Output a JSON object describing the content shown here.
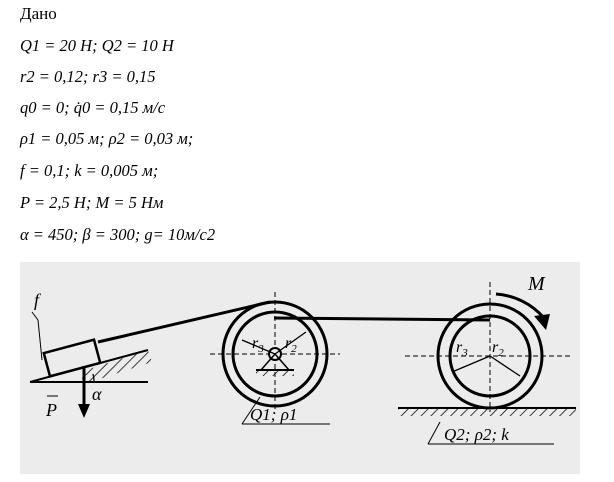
{
  "heading": "Дано",
  "given_lines": [
    "Q1 = 20 Н; Q2 = 10 Н",
    "r2 = 0,12;  r3 = 0,15",
    "q0 = 0;  q̇0 = 0,15 м/с",
    "ρ1 = 0,05 м; ρ2 = 0,03 м;",
    "f = 0,1;   k = 0,005 м;",
    "P = 2,5 Н;  M = 5 Нм",
    "α = 450; β = 300; g= 10м/с2"
  ],
  "figure": {
    "label_f": "f",
    "label_alpha": "α",
    "label_P": "P",
    "label_M": "M",
    "label_r3": "r",
    "label_r3_sub": "3",
    "label_r2": "r",
    "label_r2_sub": "2",
    "label_r3b": "r",
    "label_r3b_sub": "3",
    "label_r2b": "r",
    "label_r2b_sub": "2",
    "label_pulley": "Q1; ρ1",
    "label_wheel": "Q2; ρ2; k"
  }
}
